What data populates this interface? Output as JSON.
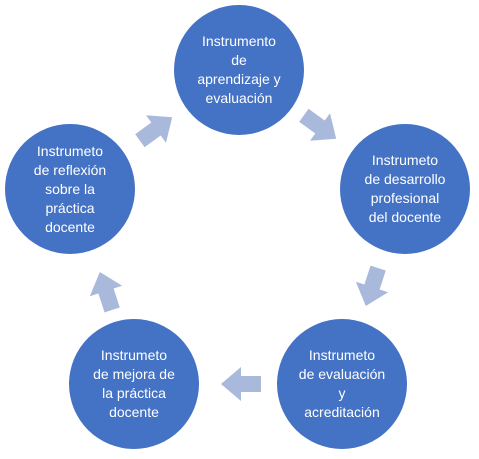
{
  "colors": {
    "node_fill": "#4472c4",
    "node_text": "#ffffff",
    "arrow_fill": "#a9b9db"
  },
  "nodes": [
    {
      "label": "Instrumento\nde\naprendizaje y\nevaluación"
    },
    {
      "label": "Instrumeto\nde desarrollo\nprofesional\ndel docente"
    },
    {
      "label": "Instrumeto\nde evaluación\ny\nacreditación"
    },
    {
      "label": "Instrumeto\nde mejora de\nla práctica\ndocente"
    },
    {
      "label": "Instrumeto\nde reflexión\nsobre la\npráctica\ndocente"
    }
  ],
  "arrows": [
    {
      "icon": "arrow-right-icon"
    },
    {
      "icon": "arrow-right-icon"
    },
    {
      "icon": "arrow-right-icon"
    },
    {
      "icon": "arrow-right-icon"
    },
    {
      "icon": "arrow-right-icon"
    }
  ]
}
